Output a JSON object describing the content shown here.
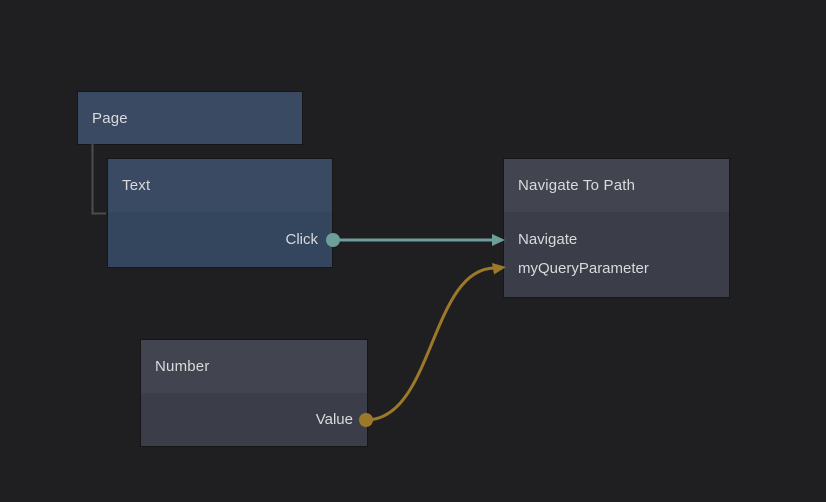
{
  "canvas": {
    "background": "#1f1f21"
  },
  "colors": {
    "event_link": "#6d9e9a",
    "data_link": "#9c7929",
    "tree_link": "#4c4c4c",
    "blue_node_header": "#3b4a63",
    "blue_node_body": "#34455e",
    "gray_node_header": "#42454f",
    "gray_node_body": "#3b3e48",
    "label_text": "#d9dadc"
  },
  "nodes": {
    "page": {
      "title": "Page"
    },
    "text": {
      "title": "Text",
      "ports": {
        "click": "Click"
      }
    },
    "navigate": {
      "title": "Navigate To Path",
      "ports": {
        "navigate": "Navigate",
        "query_param": "myQueryParameter"
      }
    },
    "number": {
      "title": "Number",
      "ports": {
        "value": "Value"
      }
    }
  }
}
